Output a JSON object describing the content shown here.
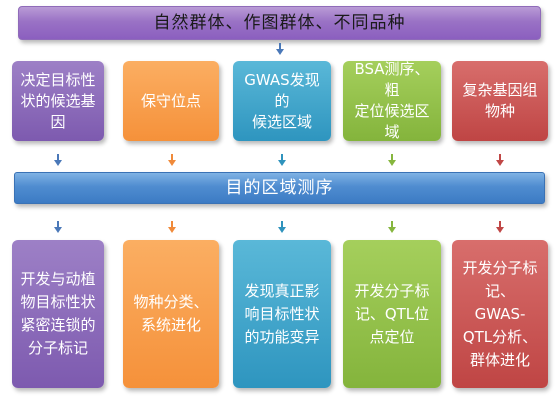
{
  "top_banner": {
    "label": "自然群体、作图群体、不同品种"
  },
  "middle_banner": {
    "label": "目的区域测序"
  },
  "upper_boxes": [
    {
      "label": "决定目标性\n状的候选基\n因",
      "color": "#8a69bb"
    },
    {
      "label": "保守位点",
      "color": "#f79a45"
    },
    {
      "label": "GWAS发现的\n候选区域",
      "color": "#3ea4ca"
    },
    {
      "label": "BSA测序、粗\n定位候选区域",
      "color": "#93c24a"
    },
    {
      "label": "复杂基因组\n物种",
      "color": "#cb5856"
    }
  ],
  "lower_boxes": [
    {
      "label": "开发与动植\n物目标性状\n紧密连锁的\n分子标记",
      "color": "#8a69bb"
    },
    {
      "label": "物种分类、\n系统进化",
      "color": "#f79a45"
    },
    {
      "label": "发现真正影\n响目标性状\n的功能变异",
      "color": "#3ea4ca"
    },
    {
      "label": "开发分子标\n记、QTL位\n点定位",
      "color": "#93c24a"
    },
    {
      "label": "开发分子标\n记、 GWAS-\nQTL分析、\n群体进化",
      "color": "#cb5856"
    }
  ],
  "arrow_icon": "arrow-down-icon"
}
